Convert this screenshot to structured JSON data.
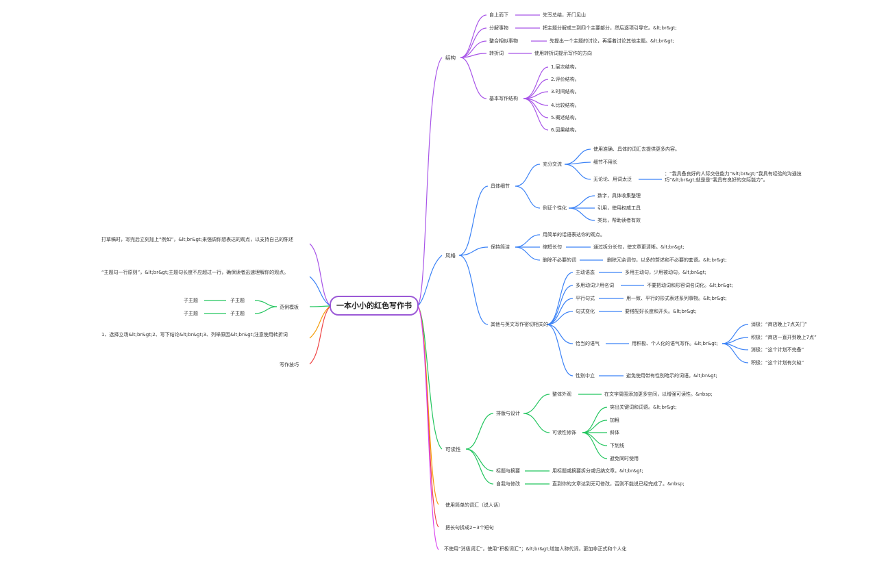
{
  "colors": {
    "purple": "#a855e8",
    "blue": "#3b82f6",
    "green": "#22c55e",
    "orange": "#f59e0b",
    "red": "#ef4444",
    "root_border": "#9b59d6"
  },
  "root": {
    "label": "一本小小的红色写作书"
  },
  "structure": {
    "label": "结构",
    "children": [
      {
        "label": "自上而下",
        "note": "先写总结，开门见山"
      },
      {
        "label": "分解事物",
        "note": "把主题分解成三到四个主要部分，然后逐项引导它。&lt;br&gt;"
      },
      {
        "label": "整合相似事物",
        "note": "先提出一个主题的讨论，再接着讨论其他主题。&lt;br&gt;"
      },
      {
        "label": "转折词",
        "note": "使用转折词提示写作的方向"
      },
      {
        "label": "基本写作结构",
        "items": [
          "1.层次结构。",
          "2.评价结构。",
          "3.时间结构。",
          "4.比较结构。",
          "5.概述结构。",
          "6.因果结构。"
        ]
      }
    ]
  },
  "style": {
    "label": "风格",
    "concrete": {
      "label": "具体细节",
      "full": {
        "label": "充分交流",
        "items": [
          "使用准确、具体的词汇去提供更多内容。",
          "细节不用长",
          "无论论、用词太泛"
        ],
        "quote": "：“我具备良好的人际交往能力”&lt;br&gt;“我具有经验的沟通技巧”&lt;br&gt;就是是“我具有良好的交际能力”。"
      },
      "examples": {
        "label": "例证个性化",
        "items": [
          "数字，具体收集整理",
          "引用，使用权威工具",
          "类比，帮助读者有效"
        ]
      }
    },
    "concise": {
      "label": "保持简洁",
      "items": [
        {
          "label": "用简单的话语表达你的观点。"
        },
        {
          "label": "缩短长句",
          "note": "通过拆分长句，使文章更清晰。&lt;br&gt;"
        },
        {
          "label": "删除不必要的词",
          "note": "删除冗余词句，以多的赘述和不必要的套语。&lt;br&gt;"
        }
      ]
    },
    "other": {
      "label": "其他与英文写作密切相关的",
      "items": [
        {
          "label": "主动语态",
          "note": "多用主动句，少用被动句。&lt;br&gt;"
        },
        {
          "label": "多用动词少用名词",
          "note": "不要把动词和形容词名词化。&lt;br&gt;"
        },
        {
          "label": "平行句式",
          "note": "用一致、平行的形式表述系列事物。&lt;br&gt;"
        },
        {
          "label": "句式变化",
          "note": "要搭配好长度和开头。&lt;br&gt;"
        },
        {
          "label": "恰当的语气",
          "note": "用积极、个人化的语气写作。&lt;br&gt;",
          "examples": [
            "消极：“商店晚上7点关门”",
            "积极：“商店一直开到晚上7点”",
            "消极：“这个计划不完备”",
            "积极：“这个计划有欠缺”"
          ]
        },
        {
          "label": "性别中立",
          "note": "避免使用带有性别暗示的词语。&lt;br&gt;"
        }
      ]
    }
  },
  "readability": {
    "label": "可读性",
    "layout": {
      "label": "排版与设计",
      "whitespace": {
        "label": "整体外观",
        "note": "在文字周围添加更多空间，以增强可读性。&nbsp;"
      },
      "format": {
        "label": "可读性修饰",
        "items": [
          "突出关键词和词语。&lt;br&gt;",
          "加粗",
          "斜体",
          "下划线",
          "避免同时使用"
        ]
      }
    },
    "headings": {
      "label": "标题与摘要",
      "note": "用标题或摘要拆分或归纳文章。&lt;br&gt;"
    },
    "revise": {
      "label": "自我与修改",
      "note": "直到你的文章达到无可修改，否则不能说已经完成了。&nbsp;"
    }
  },
  "bottom_tips": [
    "使用简单的词汇（说人话）",
    "把长句拆成2~3个短句",
    "不使用“消极词汇”，使用“积极词汇”；&lt;br&gt;增加人称代词，更加非正式和个人化"
  ],
  "left": {
    "tip1": "打草稿时，写完后立刻加上“例如”，&lt;br&gt;来强调你想表达的观点，以支持自己的陈述",
    "tip2": "“主题句一行原则”，&lt;br&gt;主题句长度不应超过一行，确保读者迅速理解你的观点。",
    "template": {
      "label": "范例模板",
      "items": [
        {
          "a": "子主题",
          "b": "子主题"
        },
        {
          "a": "子主题",
          "b": "子主题"
        }
      ]
    },
    "tip3": "1、选择立场&lt;br&gt;2、写下结论&lt;br&gt;3、列举原因&lt;br&gt;注意使用转折词",
    "skills": "写作技巧"
  }
}
